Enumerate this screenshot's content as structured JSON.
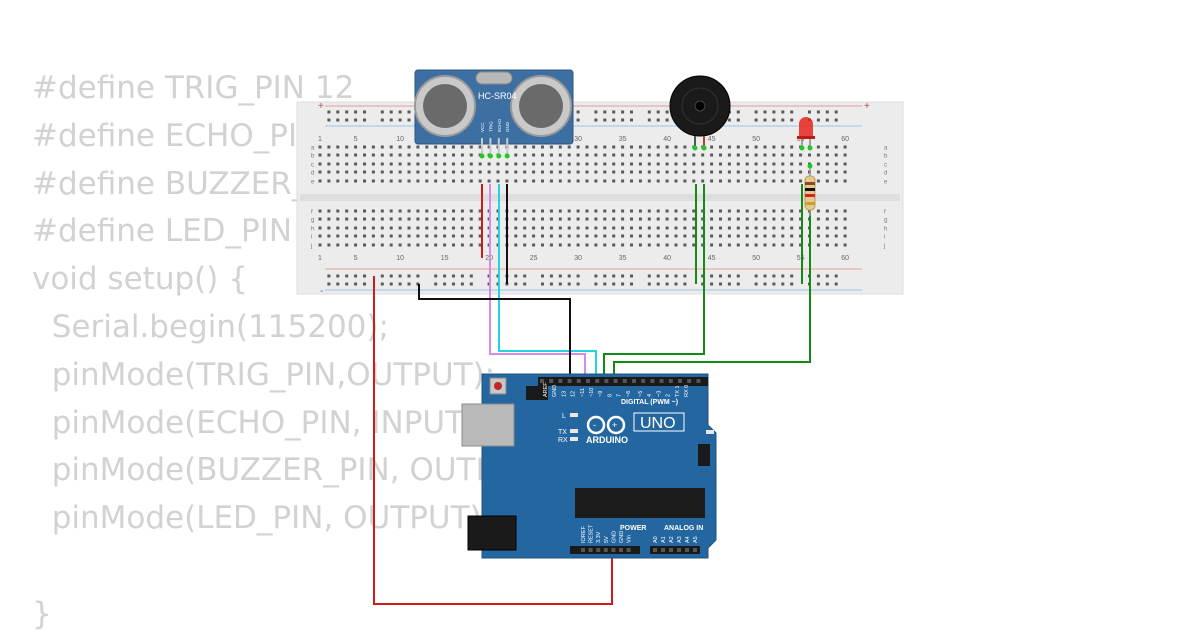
{
  "code": {
    "lines": [
      "#define TRIG_PIN 12",
      "#define ECHO_PIN 11",
      "#define BUZZER_PIN 10",
      "#define LED_PIN 9",
      "void setup() {",
      "  Serial.begin(115200);",
      "  pinMode(TRIG_PIN,OUTPUT);",
      "  pinMode(ECHO_PIN, INPUT);",
      "  pinMode(BUZZER_PIN, OUTPUT);",
      "  pinMode(LED_PIN, OUTPUT);",
      "",
      "}"
    ]
  },
  "breadboard": {
    "top_numbers": [
      "1",
      "5",
      "10",
      "15",
      "20",
      "25",
      "30",
      "35",
      "40",
      "45",
      "50",
      "55",
      "60"
    ],
    "row_letters_top": [
      "a",
      "b",
      "c",
      "d",
      "e"
    ],
    "row_letters_bottom": [
      "f",
      "g",
      "h",
      "i",
      "j"
    ],
    "plus": "+",
    "minus": "-"
  },
  "sensor": {
    "name": "HC-SR04",
    "pins": [
      "VCC",
      "TRIG",
      "ECHO",
      "GND"
    ]
  },
  "arduino": {
    "brand": "ARDUINO",
    "model": "UNO",
    "digital_label": "DIGITAL (PWM ~)",
    "power_label": "POWER",
    "analog_label": "ANALOG IN",
    "on_label": "ON",
    "l_label": "L",
    "tx_label": "TX",
    "rx_label": "RX",
    "top_pins": [
      "AREF",
      "GND",
      "13",
      "12",
      "~11",
      "~10",
      "~9",
      "8",
      "7",
      "~6",
      "~5",
      "4",
      "~3",
      "2",
      "TX 1",
      "RX 0"
    ],
    "power_pins": [
      "IOREF",
      "RESET",
      "3.3V",
      "5V",
      "GND",
      "GND",
      "Vin"
    ],
    "analog_pins": [
      "A0",
      "A1",
      "A2",
      "A3",
      "A4",
      "A5"
    ]
  },
  "colors": {
    "wire_red": "#d11a1a",
    "wire_black": "#111111",
    "wire_cyan": "#20d4e0",
    "wire_violet": "#d58ce6",
    "wire_green": "#148a14",
    "board_blue": "#2467a0",
    "sensor_blue": "#3d6fa3",
    "breadboard": "#ececec"
  }
}
